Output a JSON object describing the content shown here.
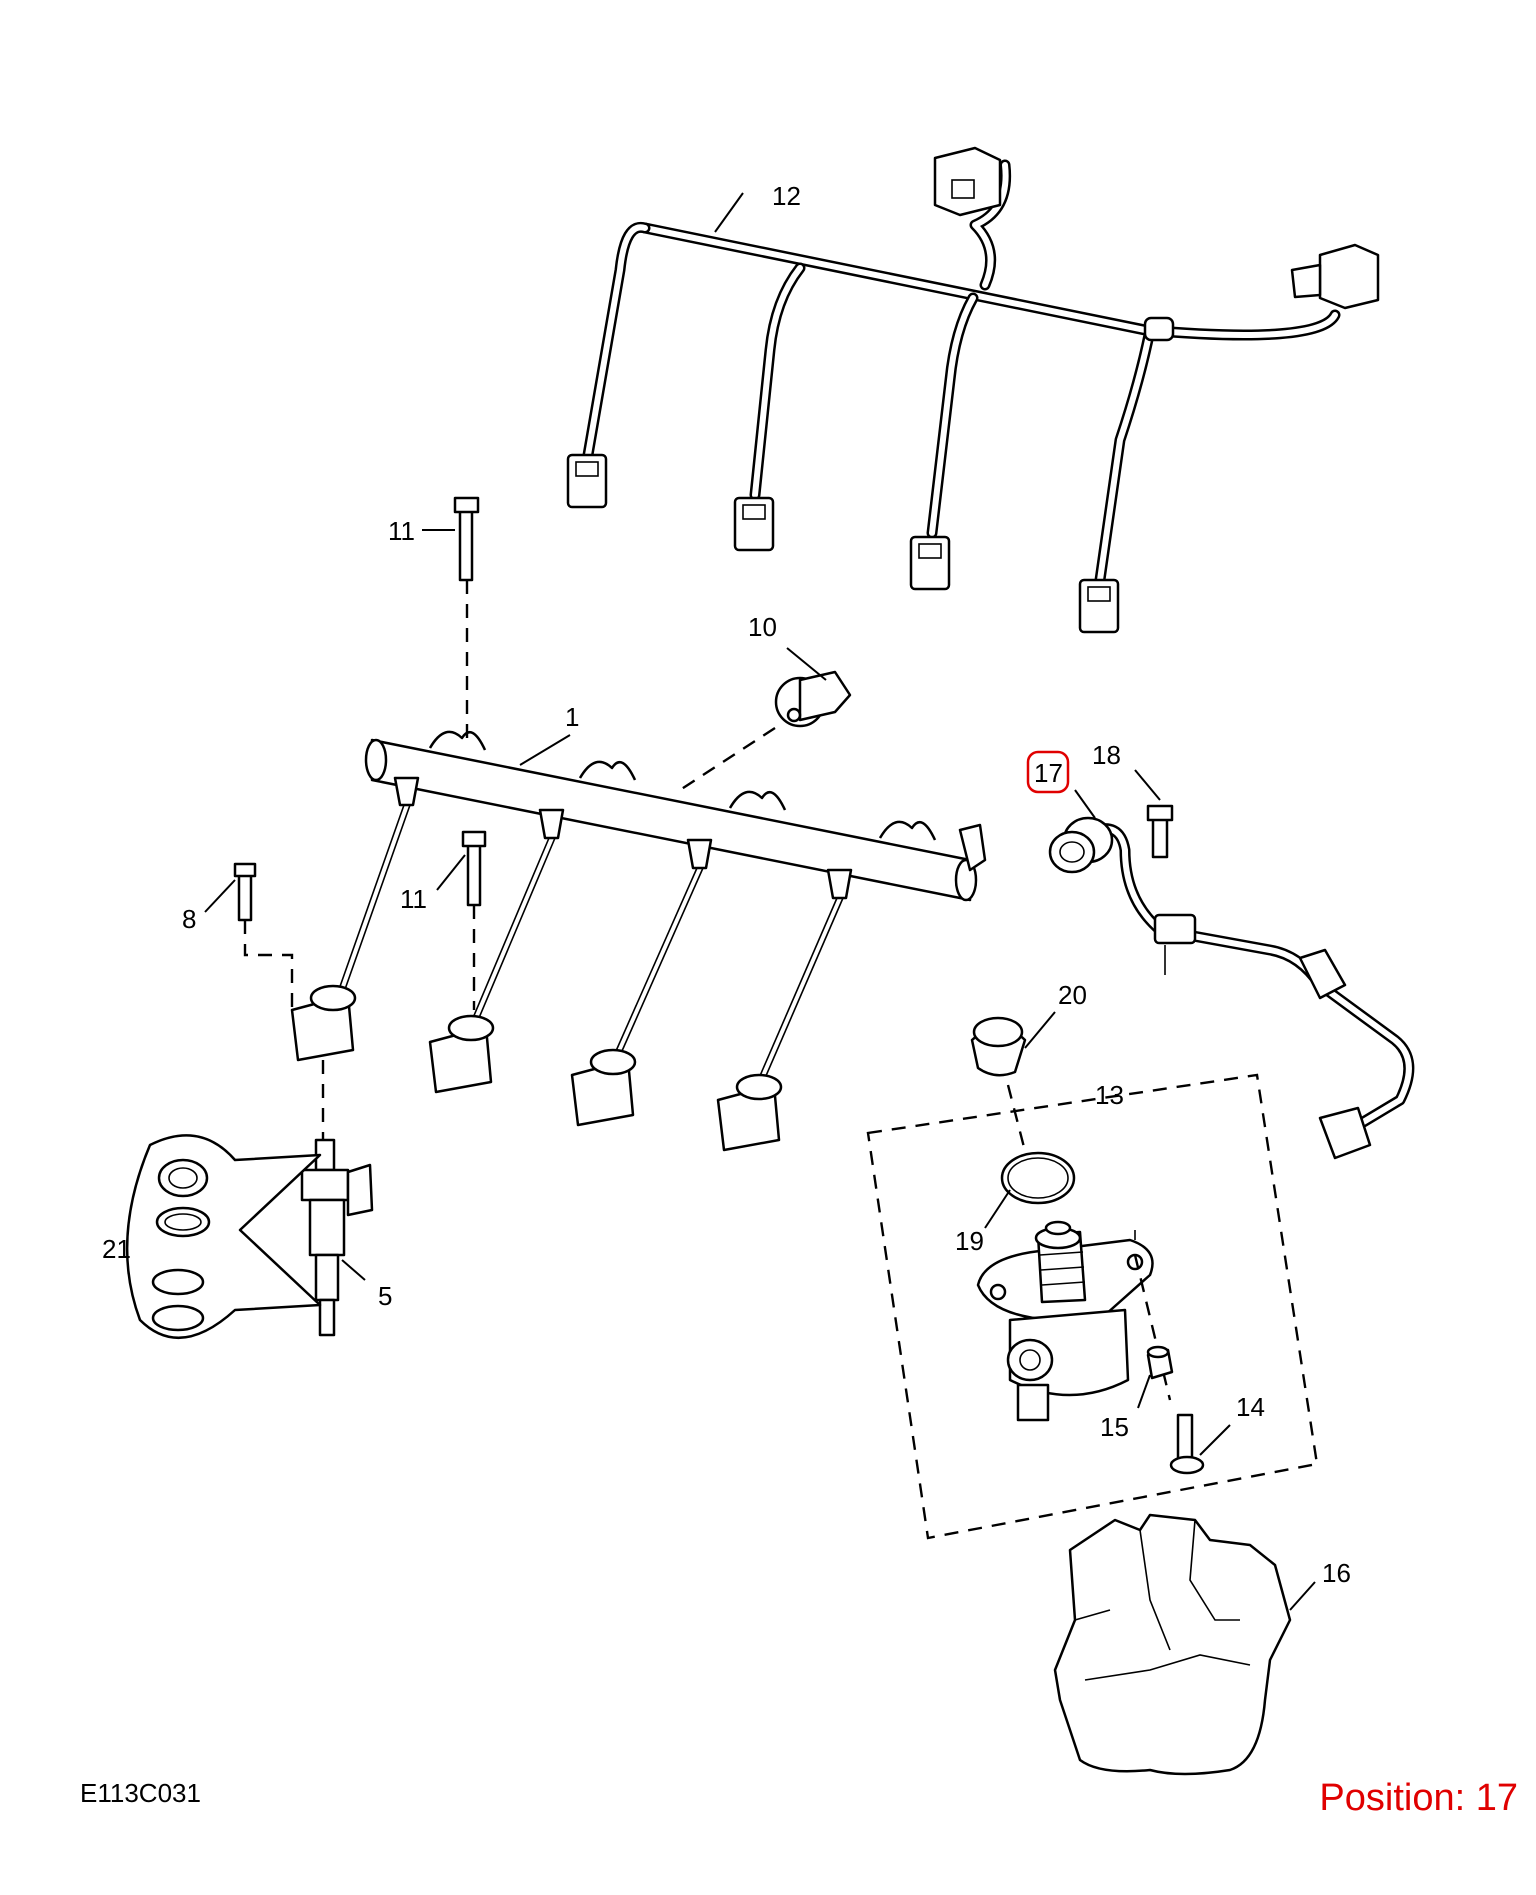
{
  "diagram": {
    "drawing_code": "E113C031",
    "position": {
      "prefix": "Position:",
      "value": "17"
    },
    "highlight_color": "#e00000",
    "line_color": "#000000",
    "background": "#ffffff",
    "callouts": [
      {
        "label": "1"
      },
      {
        "label": "5"
      },
      {
        "label": "8"
      },
      {
        "label": "10"
      },
      {
        "label": "11"
      },
      {
        "label": "11"
      },
      {
        "label": "12"
      },
      {
        "label": "13"
      },
      {
        "label": "14"
      },
      {
        "label": "15"
      },
      {
        "label": "16"
      },
      {
        "label": "17"
      },
      {
        "label": "18"
      },
      {
        "label": "19"
      },
      {
        "label": "20"
      },
      {
        "label": "21"
      }
    ]
  }
}
